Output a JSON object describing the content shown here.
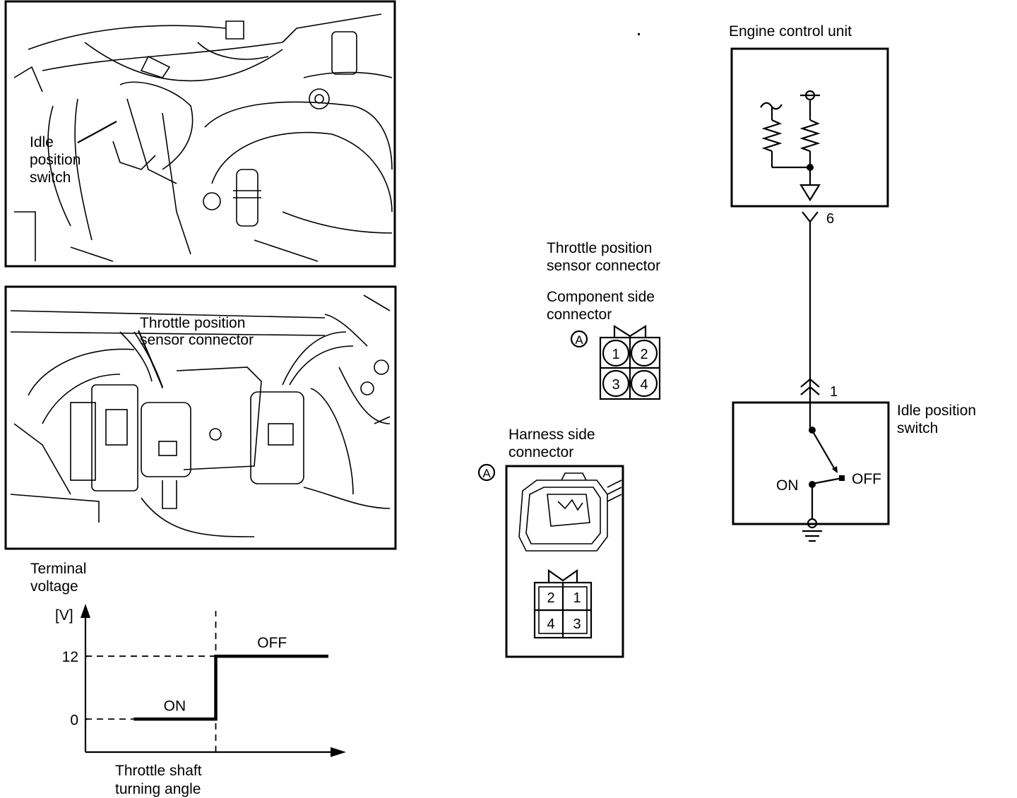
{
  "photo_top": {
    "label_line1": "Idle",
    "label_line2": "position",
    "label_line3": "switch"
  },
  "photo_bottom": {
    "label_line1": "Throttle position",
    "label_line2": "sensor connector"
  },
  "connectors": {
    "title_line1": "Throttle position",
    "title_line2": "sensor connector",
    "component_line1": "Component side",
    "component_line2": "connector",
    "component_marker": "A",
    "component_pins": [
      "1",
      "2",
      "3",
      "4"
    ],
    "harness_line1": "Harness side",
    "harness_line2": "connector",
    "harness_marker": "A",
    "harness_pins": [
      "2",
      "1",
      "4",
      "3"
    ]
  },
  "circuit": {
    "ecu_label": "Engine control unit",
    "ecu_terminal": "6",
    "switch_terminal": "1",
    "switch_label_line1": "Idle position",
    "switch_label_line2": "switch",
    "on_label": "ON",
    "off_label": "OFF"
  },
  "chart_data": {
    "type": "line",
    "ylabel_line1": "Terminal",
    "ylabel_line2": "voltage",
    "yunit": "[V]",
    "xlabel_line1": "Throttle shaft",
    "xlabel_line2": "turning angle",
    "yticks": [
      "0",
      "12"
    ],
    "yvalues": [
      0,
      12
    ],
    "ylim": [
      -6.3,
      22
    ],
    "segments": [
      {
        "label": "ON",
        "from": 0.37,
        "to": 1.0,
        "value": 0
      },
      {
        "label": "OFF",
        "from": 1.0,
        "to": 2.0,
        "value": 12
      }
    ],
    "xlim": [
      0,
      2.0
    ]
  }
}
